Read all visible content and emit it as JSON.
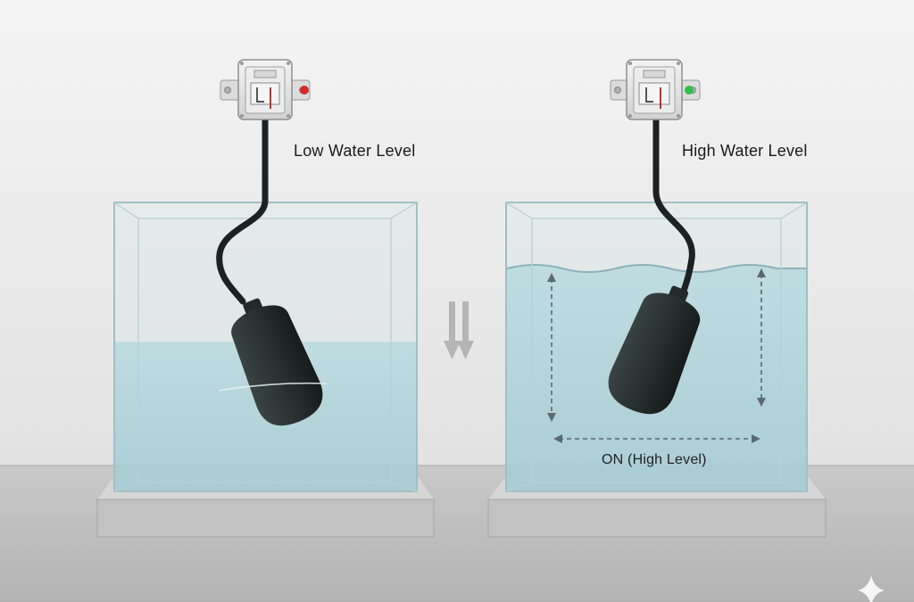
{
  "labels": {
    "low": "Low Water Level",
    "high": "High Water Level",
    "on": "ON (High Level)"
  },
  "state": {
    "left_indicator": "red",
    "right_indicator": "green",
    "left_water_fill": 0.54,
    "right_water_fill": 0.82
  },
  "icons": {
    "center": "double-down-arrow-icon",
    "corner": "sparkle-icon"
  },
  "colors": {
    "wall": "#ececec",
    "floor": "#bfbfbf",
    "water": "#a9cdd6",
    "float": "#2c3434",
    "indicator_off": "#d62b2b",
    "indicator_on": "#2fbf4a"
  }
}
